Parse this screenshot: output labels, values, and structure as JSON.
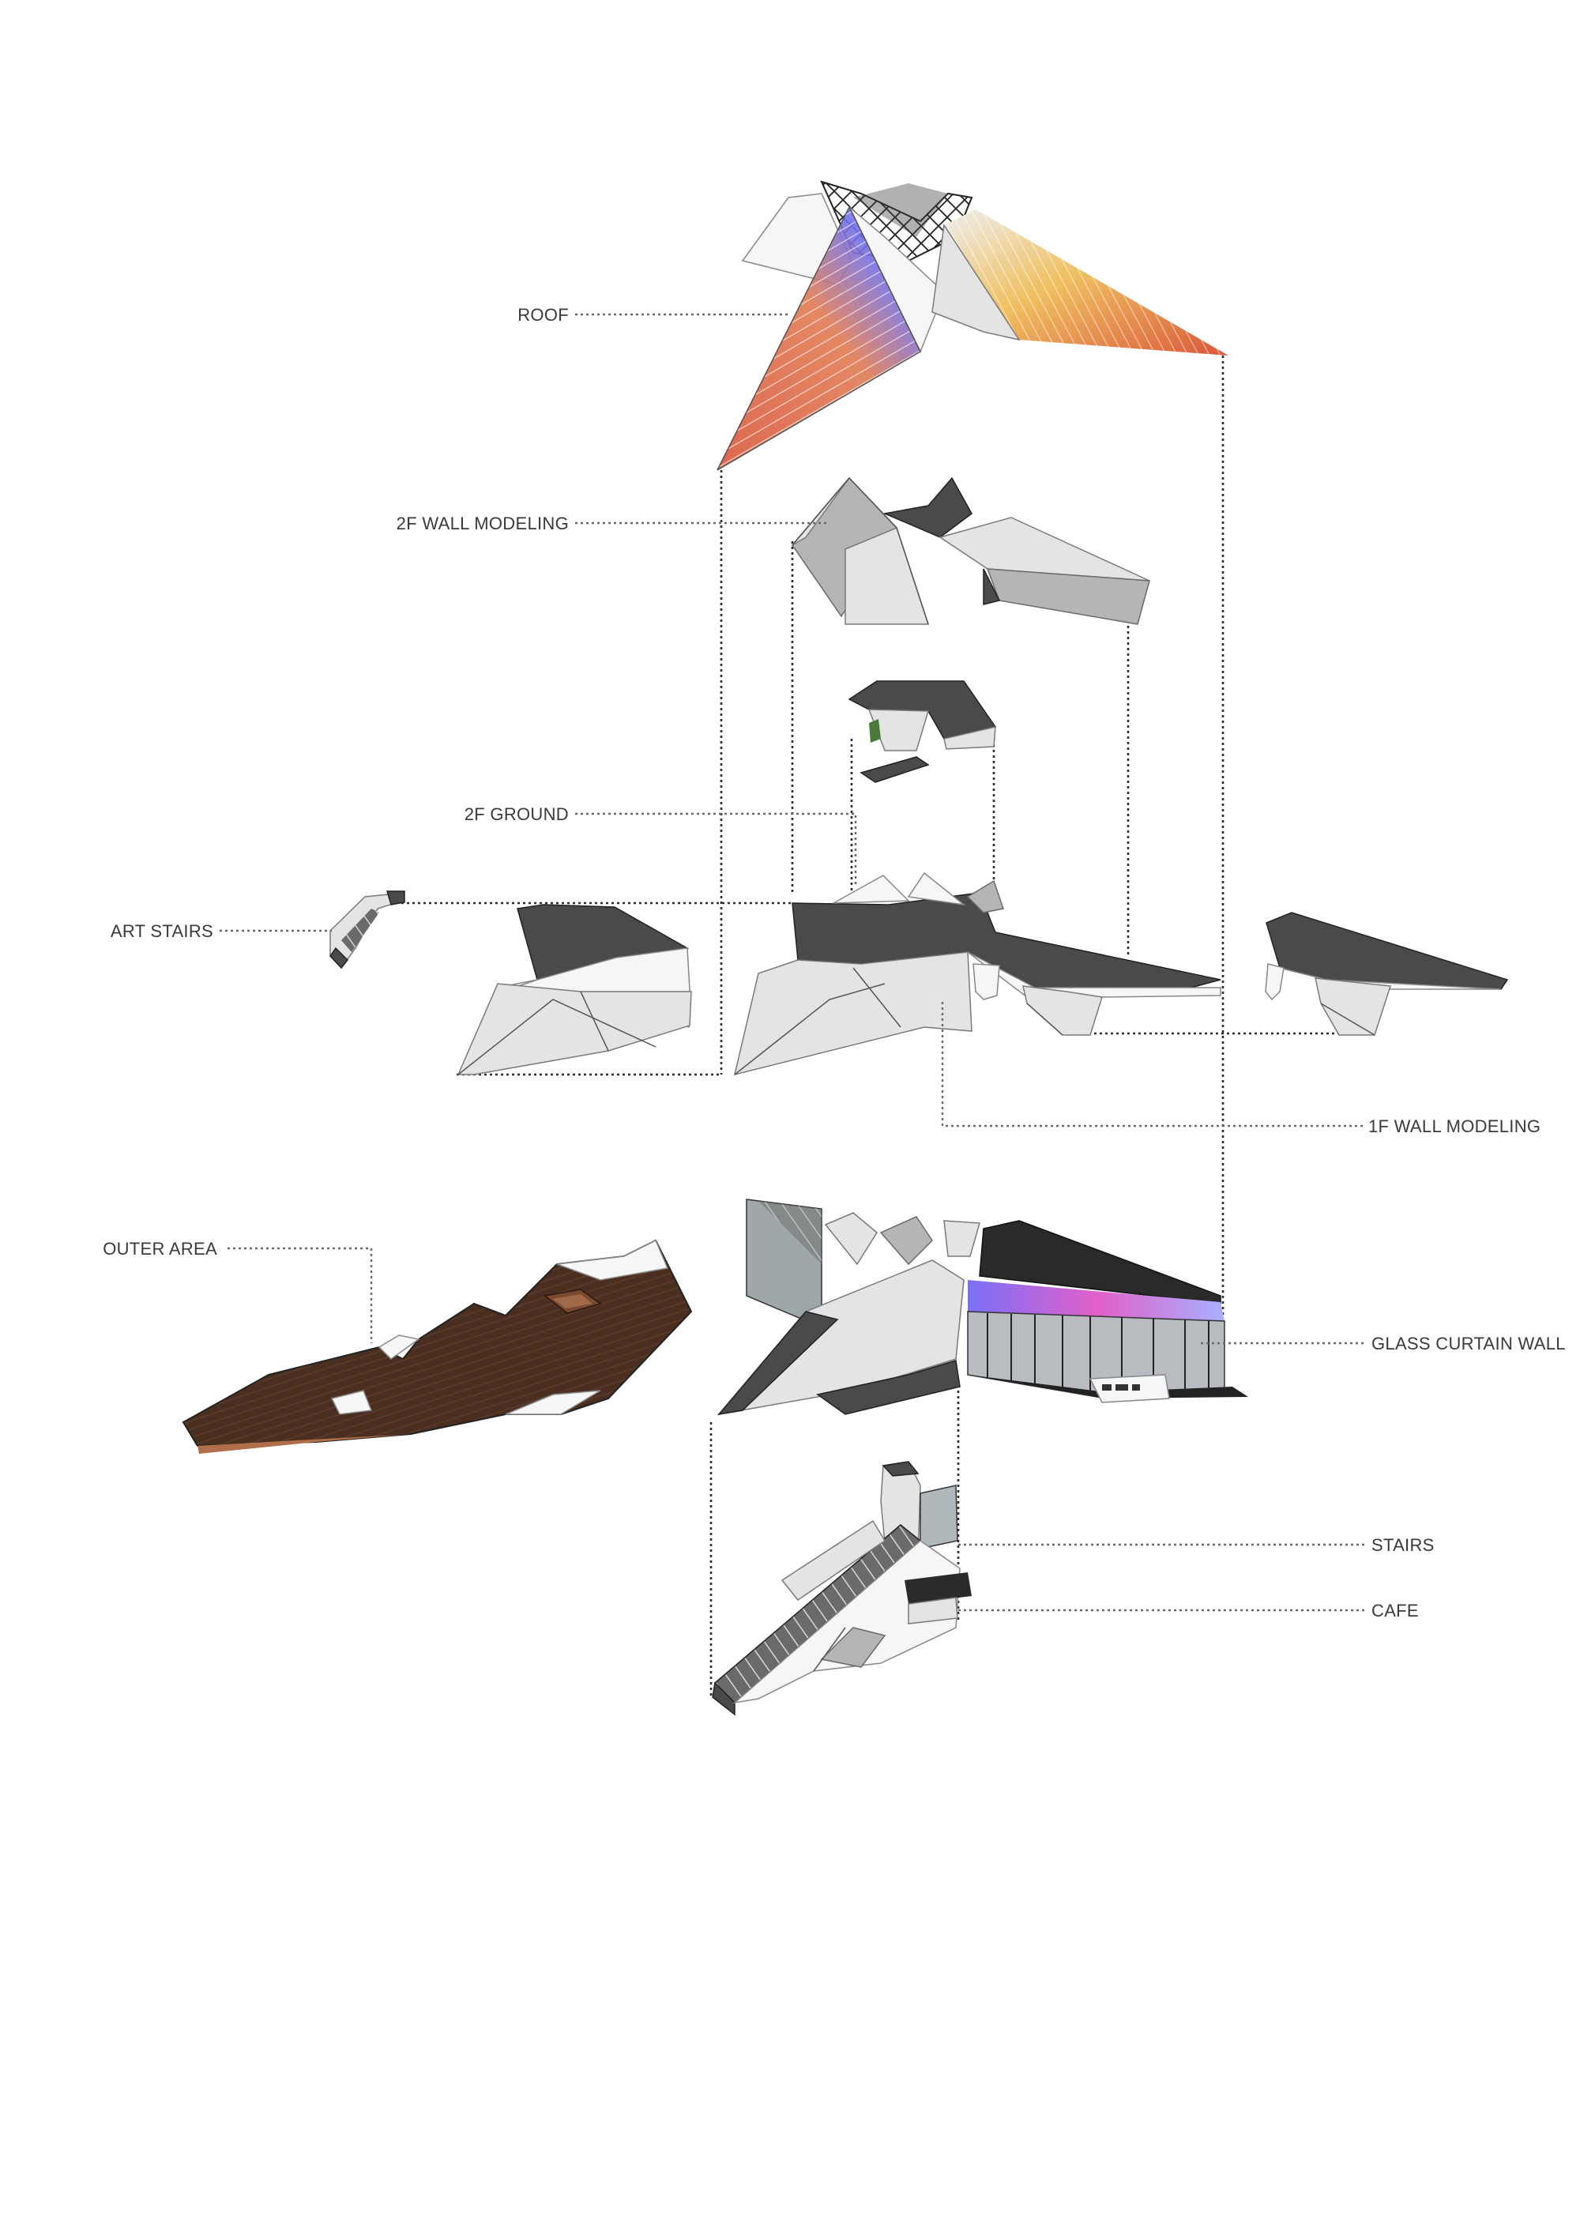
{
  "labels": {
    "roof": "ROOF",
    "wall_2f": "2F WALL MODELING",
    "ground_2f": "2F GROUND",
    "art_stairs": "ART STAIRS",
    "wall_1f": "1F WALL MODELING",
    "outer_area": "OUTER AREA",
    "glass_curtain_wall": "GLASS CURTAIN WALL",
    "stairs": "STAIRS",
    "cafe": "CAFE"
  },
  "colors": {
    "roof_orange": "#d9573a",
    "roof_blue": "#6f6ff0",
    "roof_yellow": "#f0c060",
    "wood": "#4a2f20",
    "glass_magenta": "#e060c8",
    "glass_violet": "#7a70f8"
  }
}
